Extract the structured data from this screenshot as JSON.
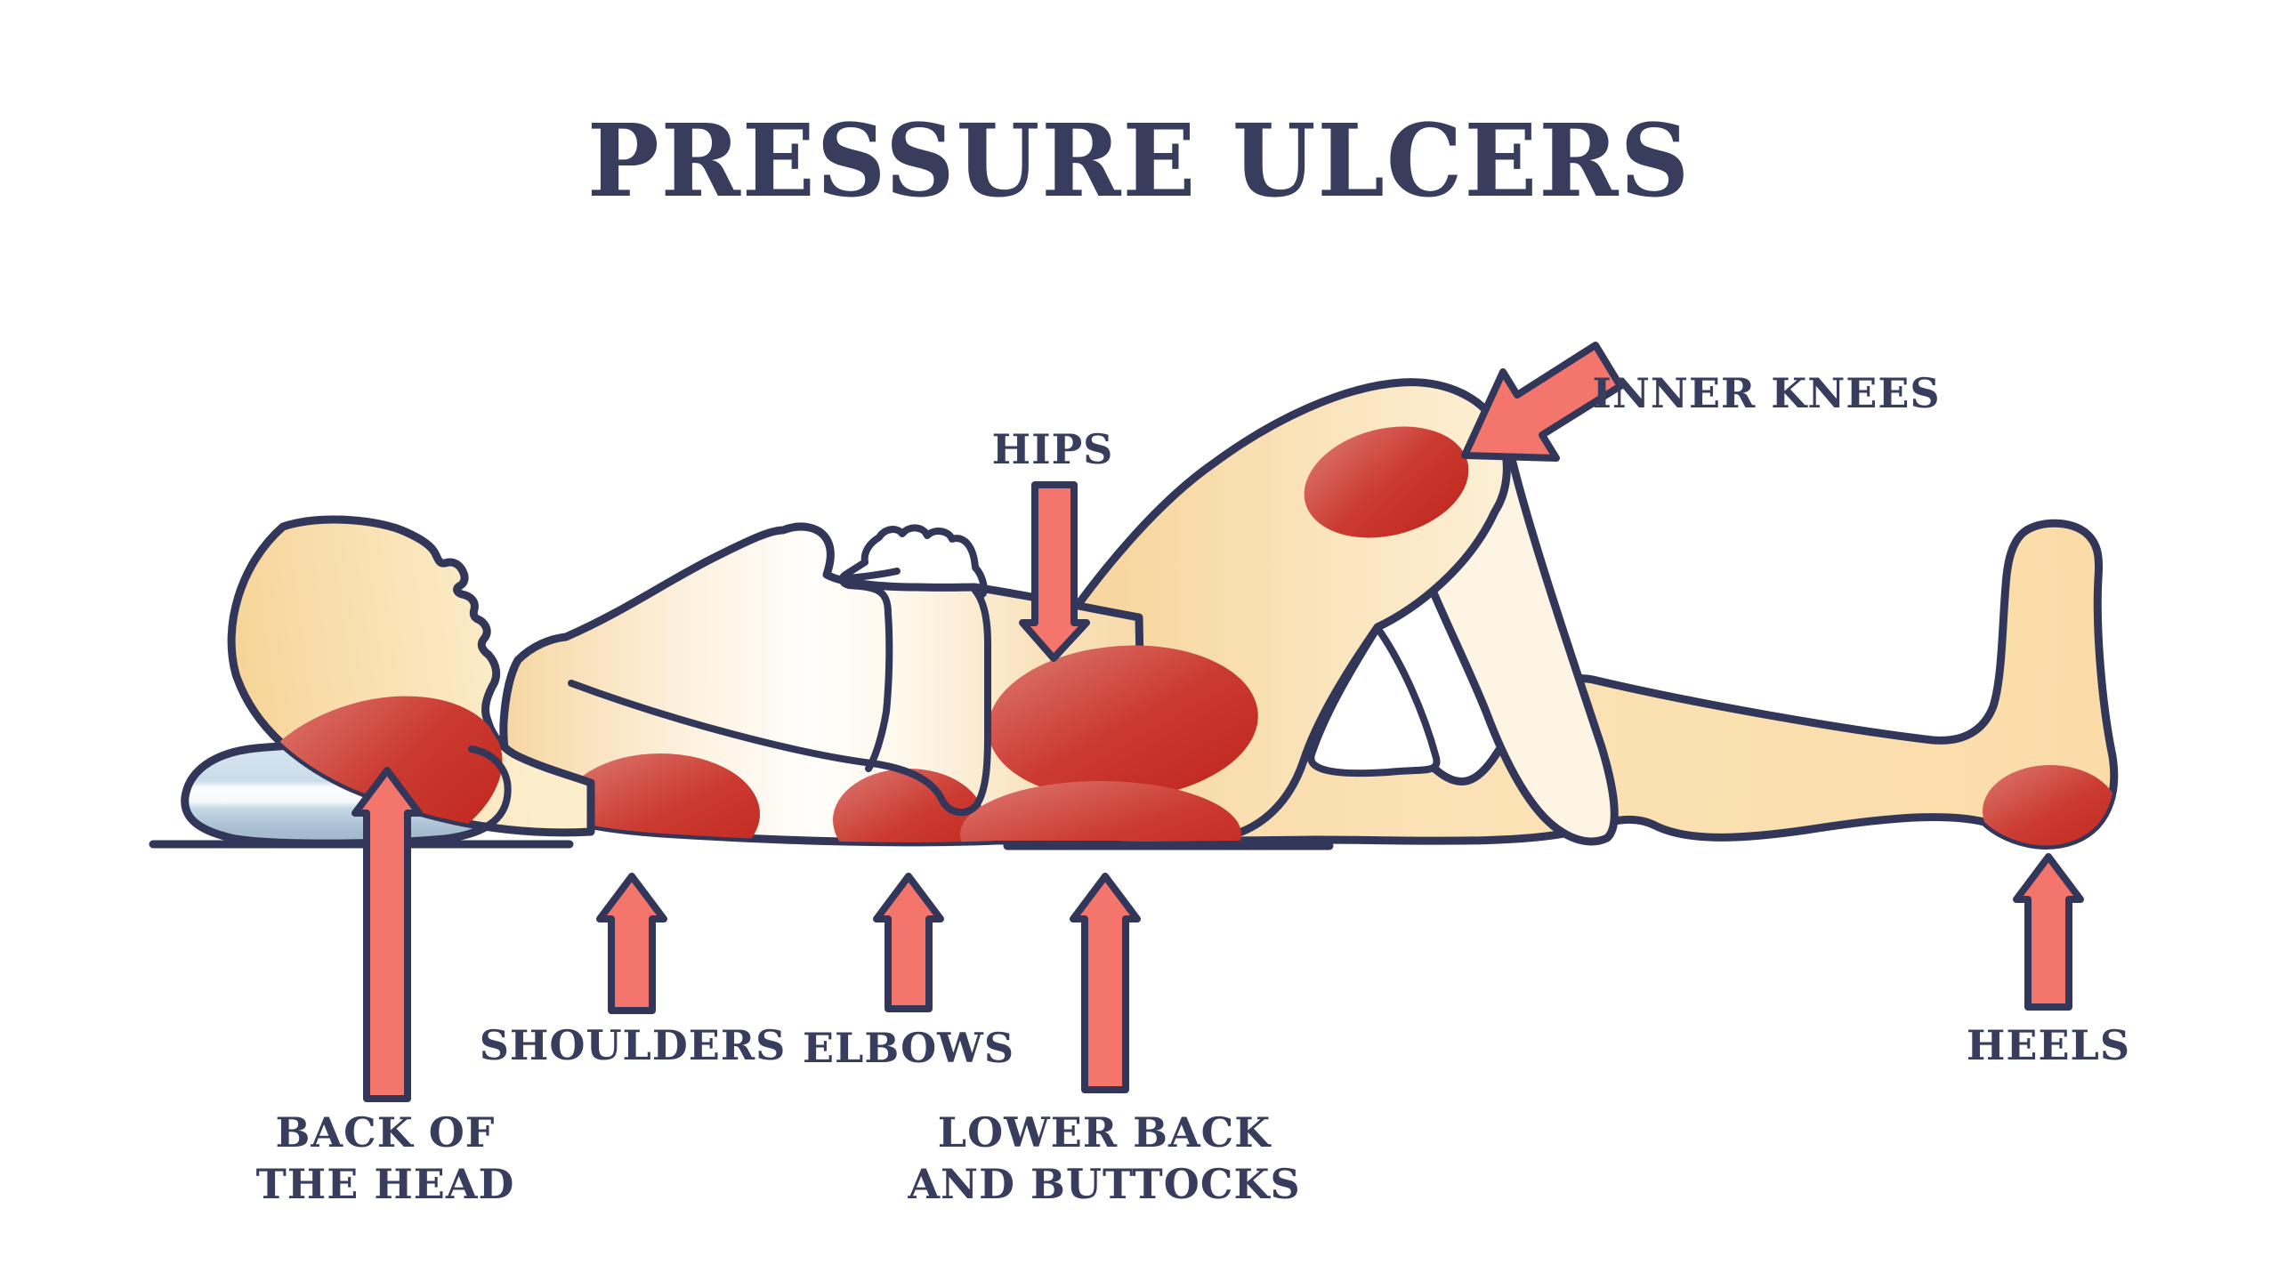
{
  "title": "PRESSURE ULCERS",
  "labels": {
    "back_of_head_line1": "BACK OF",
    "back_of_head_line2": "THE HEAD",
    "shoulders": "SHOULDERS",
    "elbows": "ELBOWS",
    "lower_back_line1": "LOWER BACK",
    "lower_back_line2": "AND BUTTOCKS",
    "hips": "HIPS",
    "inner_knees": "INNER KNEES",
    "heels": "HEELS"
  },
  "pressure_points": [
    "BACK OF THE HEAD",
    "SHOULDERS",
    "ELBOWS",
    "LOWER BACK AND BUTTOCKS",
    "HIPS",
    "INNER KNEES",
    "HEELS"
  ],
  "colors": {
    "background": "#FFFFFF",
    "title_text": "#383D5E",
    "outline_navy": "#32375A",
    "arrow_salmon": "#F4756B",
    "ulcer_red_dark": "#C1281F",
    "ulcer_red_light": "#DC7A72",
    "skin_peach": "#F8DCA9",
    "skin_highlight": "#FEF8EC",
    "pillow_blue": "#CDDEEB",
    "pillow_shadow": "#A2B8CB"
  }
}
